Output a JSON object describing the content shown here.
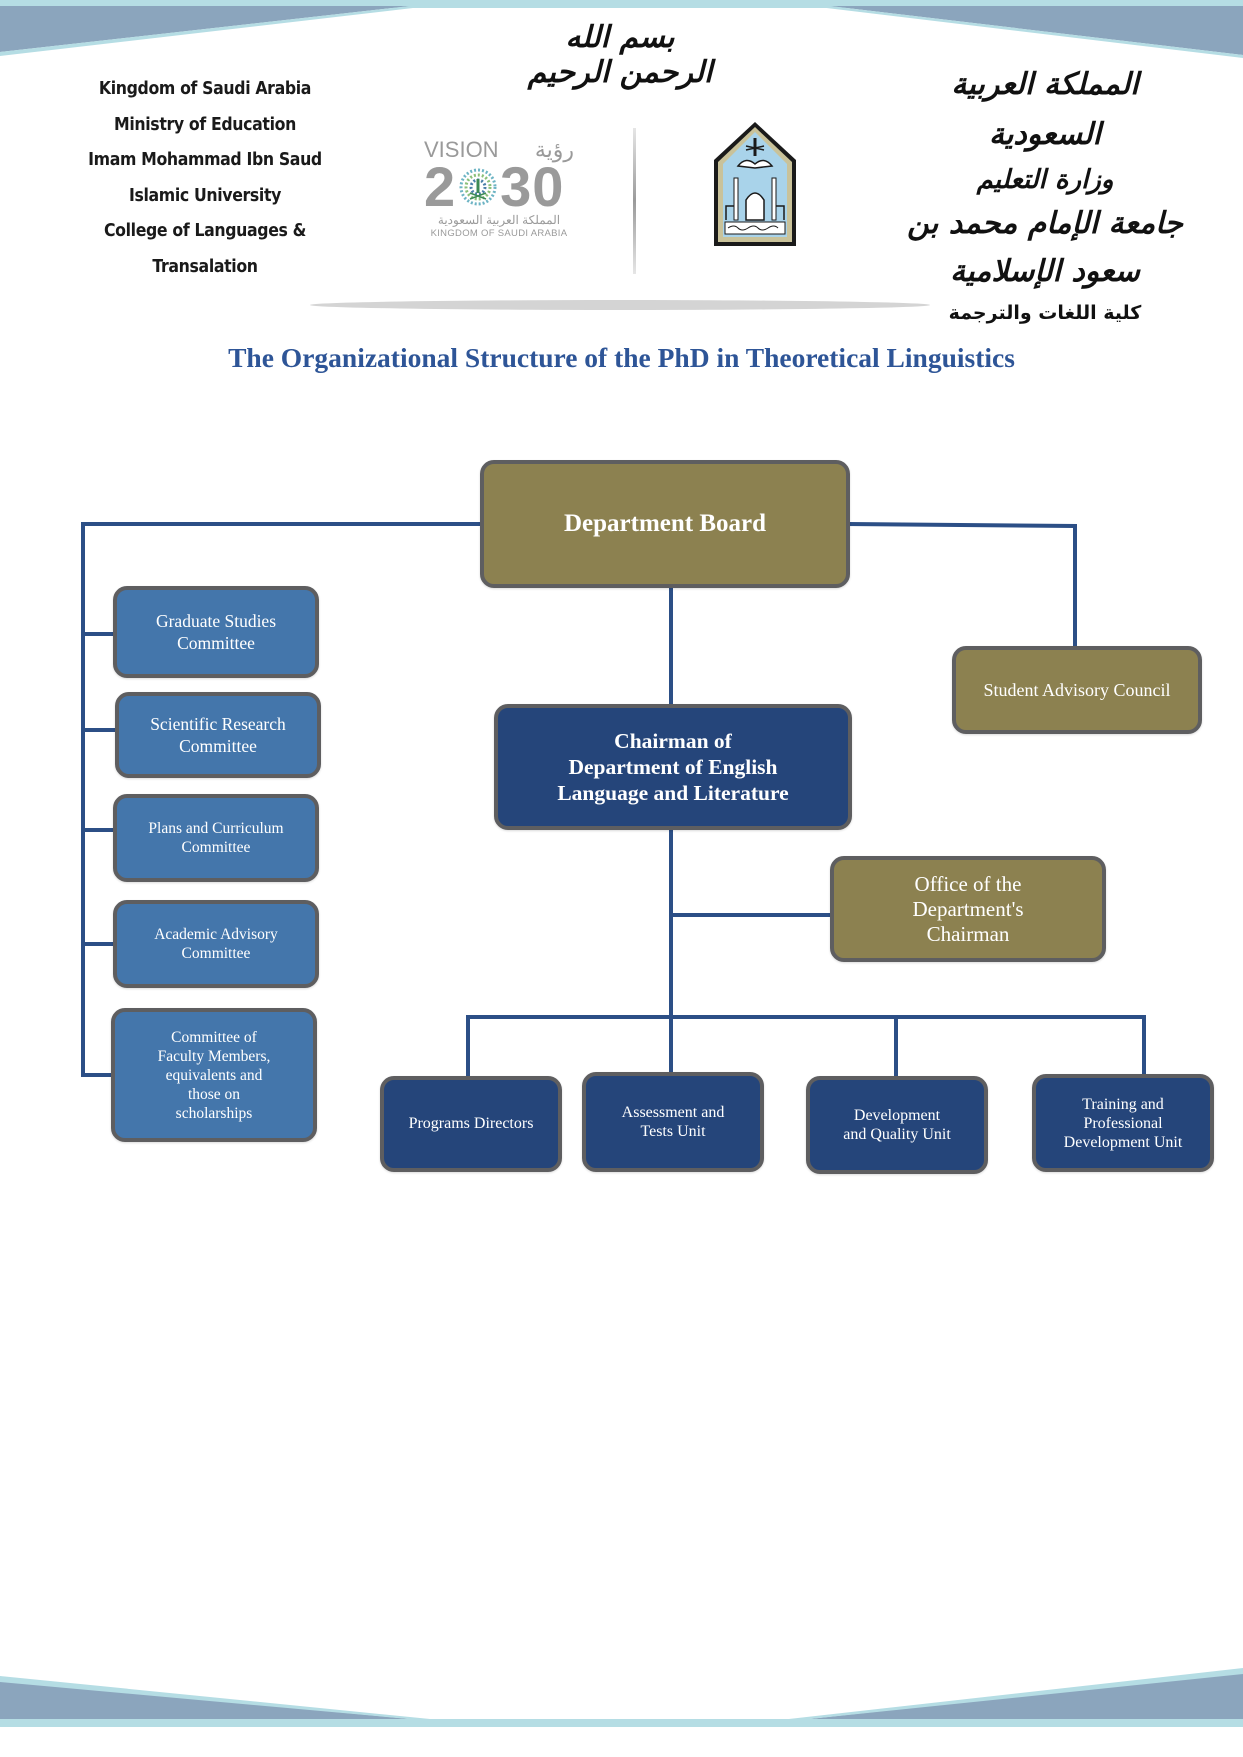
{
  "header": {
    "basmala": "بسم الله الرحمن الرحيم",
    "english_lines": [
      "Kingdom of Saudi Arabia",
      "Ministry of Education",
      "Imam Mohammad Ibn Saud",
      "Islamic University",
      "College of Languages & Transalation"
    ],
    "arabic_lines": [
      "المملكة العربية السعودية",
      "وزارة التعليم",
      "جامعة الإمام محمد بن سعود الإسلامية",
      "كلية اللغات والترجمة"
    ],
    "vision_logo": {
      "word_en": "VISION",
      "word_ar": "رؤية",
      "year_left": "2",
      "year_right": "30",
      "country_ar": "المملكة العربية السعودية",
      "country_en": "KINGDOM OF SAUDI ARABIA"
    },
    "university_emblem": "imam-university-emblem"
  },
  "title": "The Organizational Structure of the PhD in Theoretical Linguistics",
  "colors": {
    "title": "#2e5597",
    "connector": "#2c4f86",
    "olive_node": "#8c8150",
    "steel_node": "#4476ab",
    "navy_node": "#25457a",
    "node_border": "#5e5e60",
    "band_dark": "#8ba5bd",
    "band_light": "#b5dde4"
  },
  "org_chart": {
    "department_board": "Department Board",
    "chairman": "Chairman of\nDepartment of English\nLanguage and Literature",
    "student_advisory_council": "Student Advisory Council",
    "office_of_chairman": "Office of the\nDepartment's\nChairman",
    "committees": [
      "Graduate Studies\nCommittee",
      "Scientific Research\nCommittee",
      "Plans and Curriculum\nCommittee",
      "Academic Advisory\nCommittee",
      "Committee of\nFaculty Members,\nequivalents and\nthose on\nscholarships"
    ],
    "units": [
      "Programs Directors",
      "Assessment and\nTests Unit",
      "Development\nand Quality Unit",
      "Training and\nProfessional\nDevelopment Unit"
    ]
  }
}
